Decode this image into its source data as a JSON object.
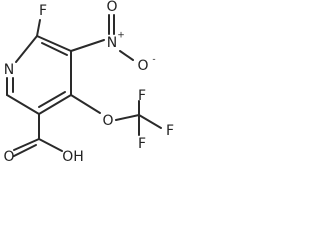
{
  "molecule": {
    "atoms": {
      "ring_n": "N",
      "ring_f": "F",
      "nitro_n": "N",
      "nitro_n_charge": "+",
      "nitro_o_top": "O",
      "nitro_o_right": "O",
      "nitro_o_charge": "-",
      "ether_o": "O",
      "cf3_f_top": "F",
      "cf3_f_right": "F",
      "cf3_f_bottom": "F",
      "acid_o_double": "O",
      "acid_oh": "OH"
    }
  }
}
